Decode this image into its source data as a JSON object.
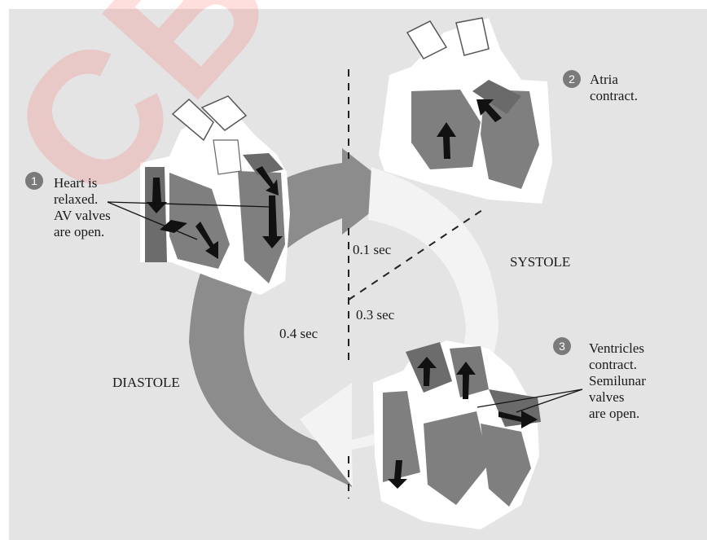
{
  "watermark": "CBSE",
  "steps": [
    {
      "number": "1",
      "text": "Heart is\nrelaxed.\nAV valves\nare open."
    },
    {
      "number": "2",
      "text": "Atria\ncontract."
    },
    {
      "number": "3",
      "text": "Ventricles\ncontract.\nSemilunar\nvalves\nare open."
    }
  ],
  "phases": {
    "systole": "SYSTOLE",
    "diastole": "DIASTOLE"
  },
  "timings": {
    "t1": "0.1 sec",
    "t2": "0.3 sec",
    "t3": "0.4 sec"
  },
  "colors": {
    "panel": "#e4e4e4",
    "cycle_arrow": "#8c8c8c",
    "chamber": "#7f7f7f",
    "wall": "#ffffff",
    "watermark": "#ff4646"
  }
}
